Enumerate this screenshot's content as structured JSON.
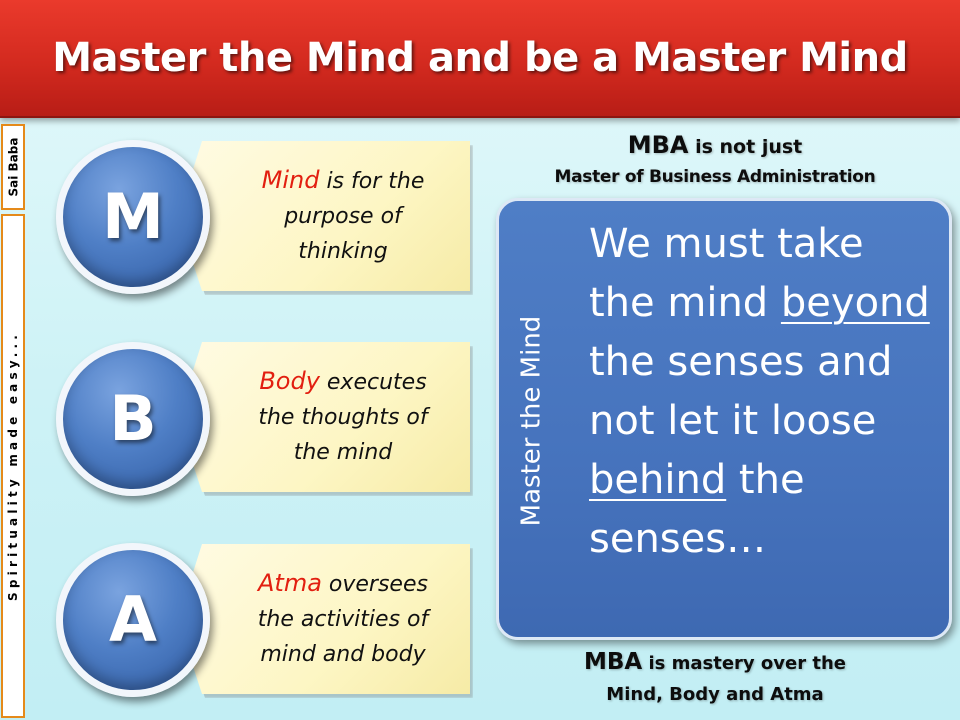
{
  "title": "Master the Mind and be a Master Mind",
  "side_strips": {
    "top": "Sai Baba",
    "bottom": "Spirituality made easy..."
  },
  "rows": [
    {
      "letter": "M",
      "keyword": "Mind",
      "line1_rest": " is for the",
      "line2": "purpose of",
      "line3": "thinking"
    },
    {
      "letter": "B",
      "keyword": "Body",
      "line1_rest": " executes",
      "line2": "the thoughts of",
      "line3": "the mind"
    },
    {
      "letter": "A",
      "keyword": "Atma",
      "line1_rest": " oversees",
      "line2": "the activities of",
      "line3": "mind and body"
    }
  ],
  "right_panel": {
    "heading_top": {
      "abbr": "MBA",
      "rest": " is not just",
      "line2": "Master of Business Administration"
    },
    "side_label": "Master the Mind",
    "quote": {
      "part1": "We must take the mind ",
      "underline1": "beyond",
      "part2": " the senses and not let it loose ",
      "underline2": "behind",
      "part3": " the senses…"
    },
    "heading_bottom": {
      "abbr": "MBA",
      "rest": " is mastery over the",
      "line2": "Mind, Body and Atma"
    }
  },
  "colors": {
    "banner": "#d32a1f",
    "keyword": "#e21f10",
    "circle": "#4f7fc6",
    "panel": "#4673bd",
    "card": "#fdf6c4",
    "strip_border": "#e58a1a"
  }
}
